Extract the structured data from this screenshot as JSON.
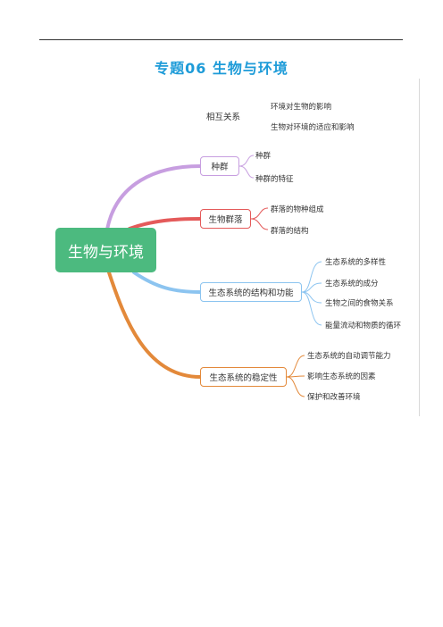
{
  "title": "专题06 生物与环境",
  "root": {
    "label": "生物与环境",
    "color": "#4cba7f"
  },
  "relation": {
    "label": "相互关系",
    "items": [
      "环境对生物的影响",
      "生物对环境的适应和影响"
    ]
  },
  "branches": [
    {
      "label": "种群",
      "color": "#c79ee0",
      "items": [
        "种群",
        "种群的特征"
      ]
    },
    {
      "label": "生物群落",
      "color": "#e45a5a",
      "items": [
        "群落的物种组成",
        "群落的结构"
      ]
    },
    {
      "label": "生态系统的结构和功能",
      "color": "#8cc4f0",
      "items": [
        "生态系统的多样性",
        "生态系统的成分",
        "生物之间的食物关系",
        "能量流动和物质的循环"
      ]
    },
    {
      "label": "生态系统的稳定性",
      "color": "#e3893a",
      "items": [
        "生态系统的自动调节能力",
        "影响生态系统的因素",
        "保护和改善环境"
      ]
    }
  ]
}
